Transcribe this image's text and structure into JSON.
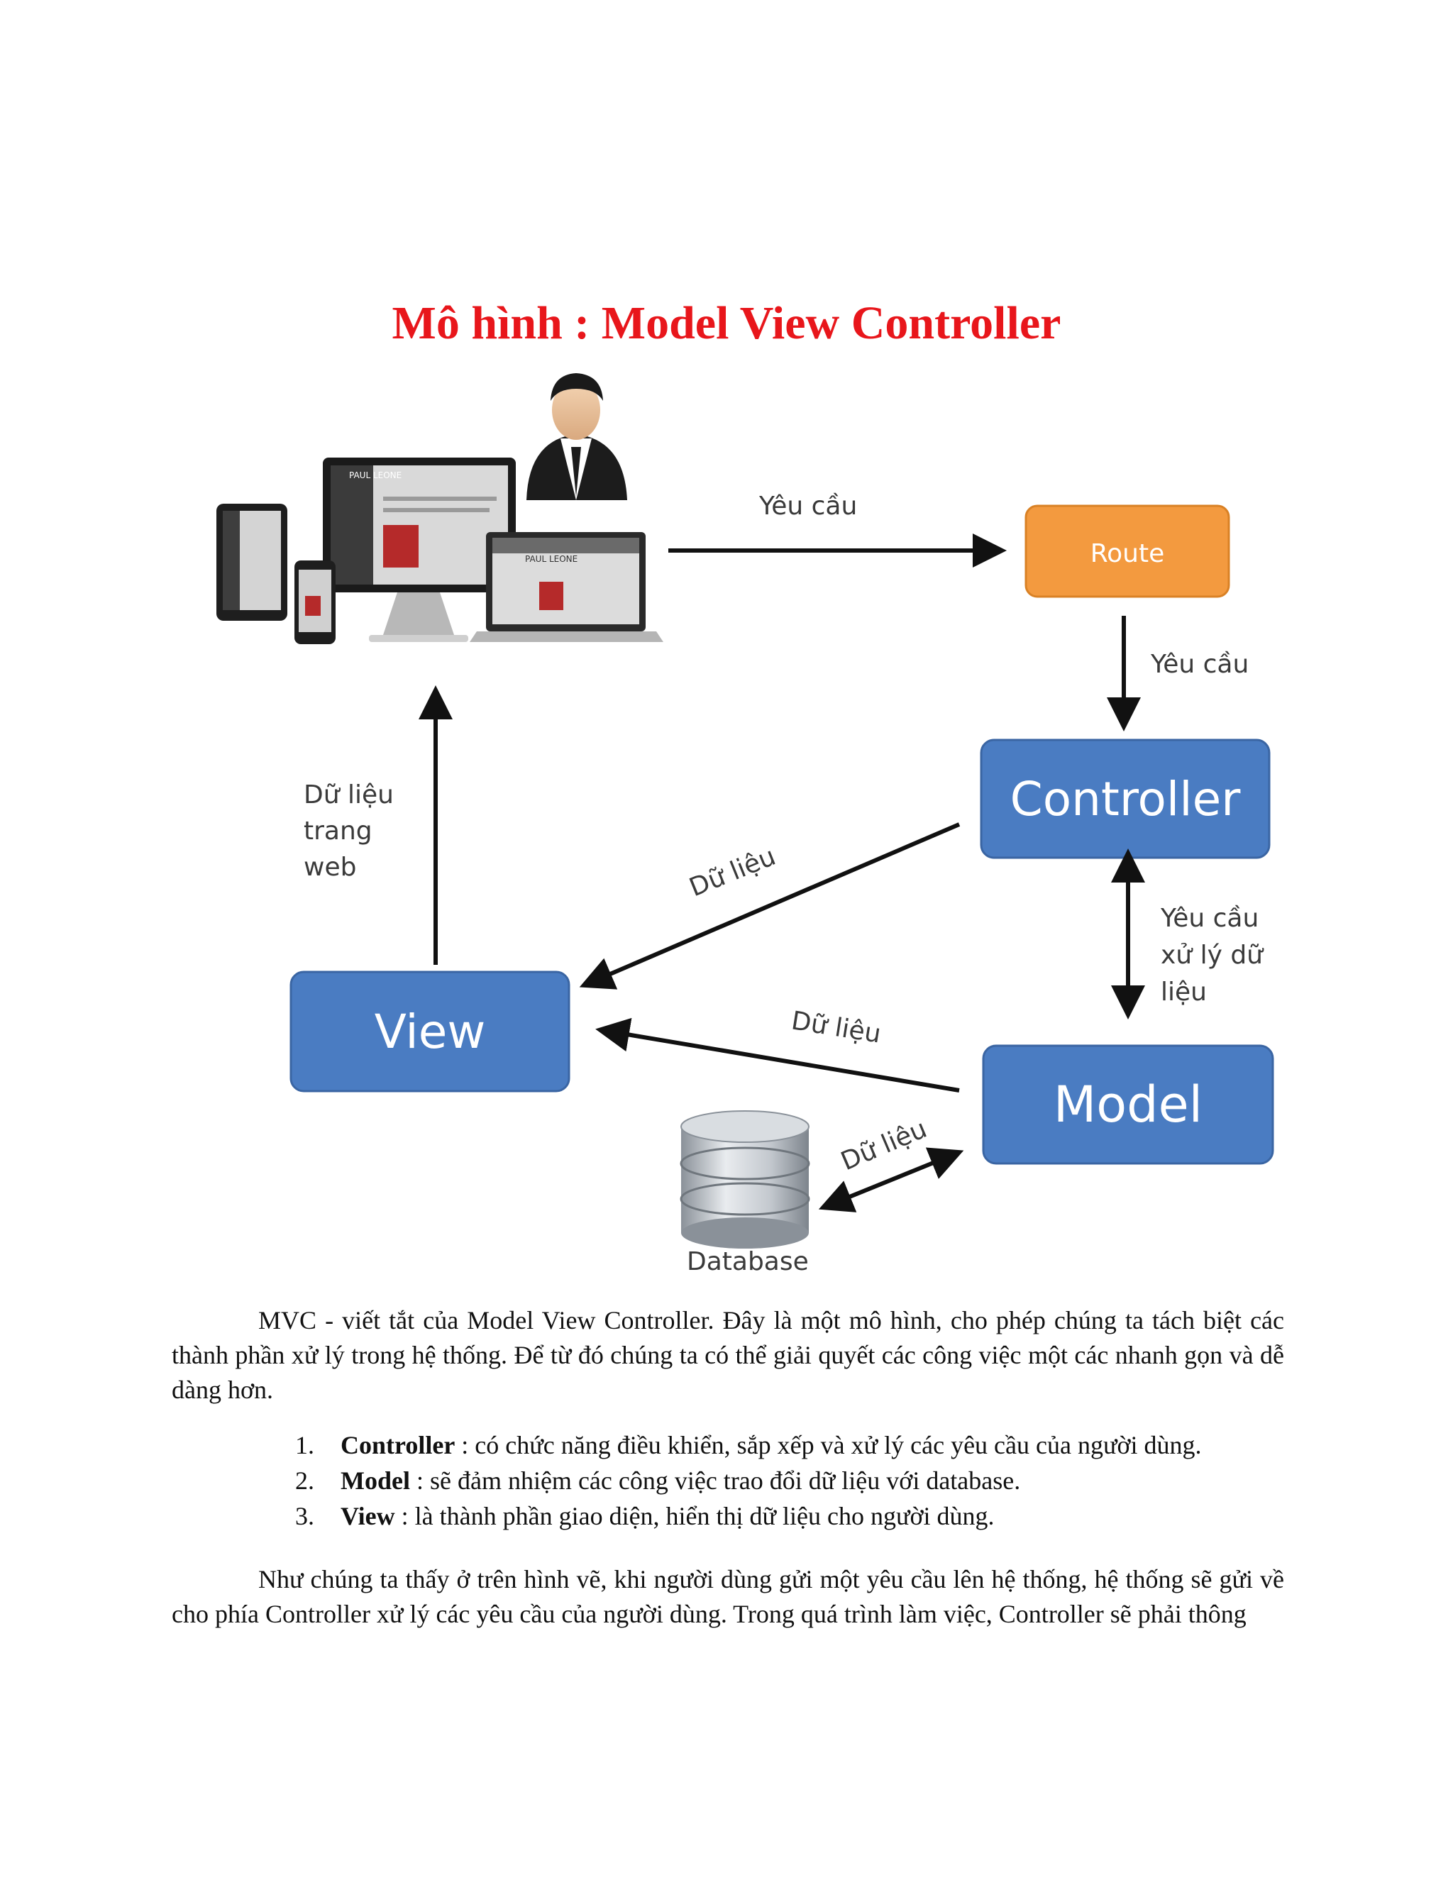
{
  "title": "Mô hình :  Model View Controller",
  "diagram": {
    "mockup_header_text": "PAUL LEONE",
    "arrow_labels": {
      "user_to_route": "Yêu cầu",
      "route_to_controller": "Yêu cầu",
      "view_to_user_line1": "Dữ liệu",
      "view_to_user_line2": "trang",
      "view_to_user_line3": "web",
      "controller_to_view": "Dữ liệu",
      "controller_model_line1": "Yêu cầu",
      "controller_model_line2": "xử lý dữ",
      "controller_model_line3": "liệu",
      "model_to_view": "Dữ liệu",
      "database_model": "Dữ liệu"
    },
    "boxes": {
      "route": "Route",
      "controller": "Controller",
      "view": "View",
      "model": "Model"
    },
    "database_label": "Database",
    "colors": {
      "route": "#f39a3f",
      "box_blue": "#4a7cc2",
      "box_border": "#3a65a3",
      "title": "#e8161b"
    }
  },
  "intro": "MVC - viết tắt của Model View Controller. Đây là một mô hình, cho phép chúng ta tách biệt các thành phần xử lý trong hệ thống. Để từ đó chúng ta có thể giải quyết các công việc một các nhanh gọn và dễ dàng hơn.",
  "items": [
    {
      "num": "1.",
      "term": "Controller",
      "desc": " : có chức năng điều khiển, sắp xếp và xử lý các yêu cầu của người dùng."
    },
    {
      "num": "2.",
      "term": "Model",
      "desc": " : sẽ đảm nhiệm các công việc trao đổi dữ liệu với database."
    },
    {
      "num": "3.",
      "term": "View",
      "desc": " : là thành phần giao diện, hiển thị dữ liệu cho người dùng."
    }
  ],
  "closing": "Như chúng ta thấy ở trên hình vẽ, khi người dùng gửi một yêu cầu lên hệ thống, hệ thống sẽ gửi về cho phía Controller xử lý các yêu cầu của người dùng. Trong quá trình làm việc, Controller sẽ phải thông"
}
